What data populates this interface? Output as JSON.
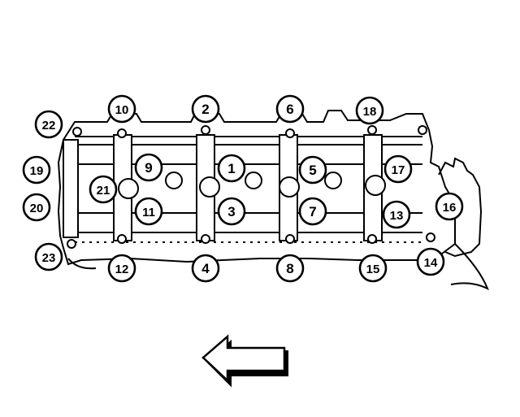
{
  "figure": {
    "bolts": [
      {
        "label": "1"
      },
      {
        "label": "2"
      },
      {
        "label": "3"
      },
      {
        "label": "4"
      },
      {
        "label": "5"
      },
      {
        "label": "6"
      },
      {
        "label": "7"
      },
      {
        "label": "8"
      },
      {
        "label": "9"
      },
      {
        "label": "10"
      },
      {
        "label": "11"
      },
      {
        "label": "12"
      },
      {
        "label": "13"
      },
      {
        "label": "14"
      },
      {
        "label": "15"
      },
      {
        "label": "16"
      },
      {
        "label": "17"
      },
      {
        "label": "18"
      },
      {
        "label": "19"
      },
      {
        "label": "20"
      },
      {
        "label": "21"
      },
      {
        "label": "22"
      },
      {
        "label": "23"
      }
    ],
    "arrow_direction": "left",
    "colors": {
      "ink": "#000000",
      "paper": "#ffffff",
      "shade": "#d8d8d8"
    }
  }
}
